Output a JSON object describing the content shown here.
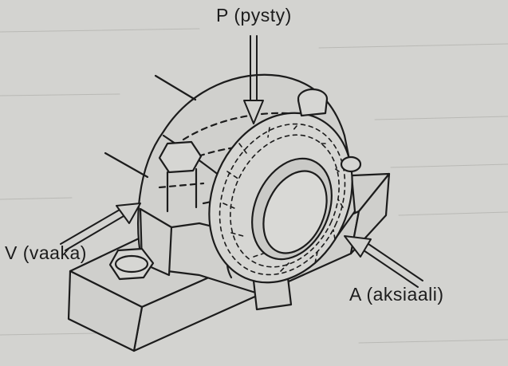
{
  "labels": {
    "vertical": "P (pysty)",
    "horizontal": "V (vaaka)",
    "axial": "A (aksiaali)"
  },
  "colors": {
    "paper": "#d3d3d0",
    "ink": "#1c1c1c"
  }
}
